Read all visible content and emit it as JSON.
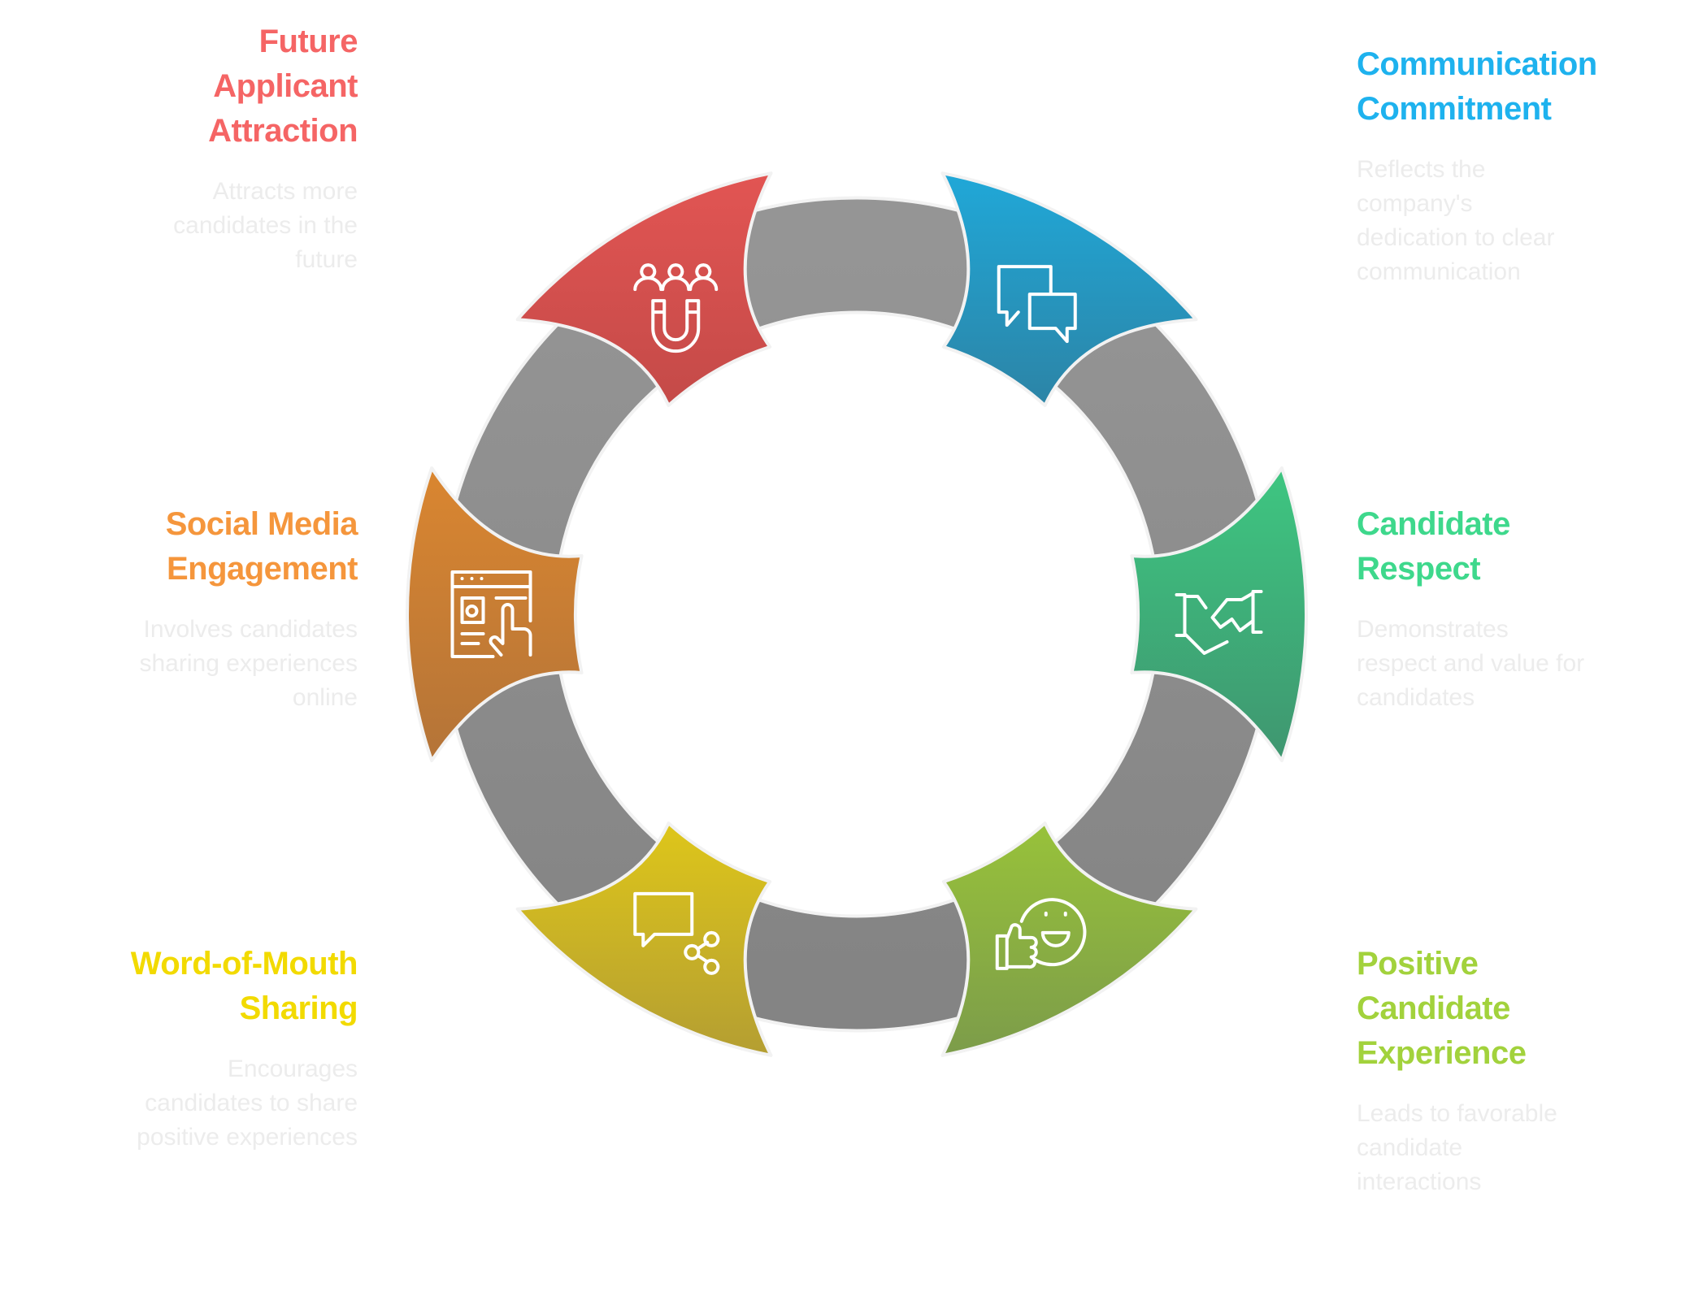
{
  "colors": {
    "ring": "#8e8e8e",
    "outline": "#f2f2f2",
    "description": "#ececec"
  },
  "items": [
    {
      "title": "Communication Commitment",
      "title_lines": [
        "Communication",
        "Commitment"
      ],
      "description_lines": [
        "Reflects the",
        "company's",
        "dedication to clear",
        "communication"
      ],
      "color": "#1EB2EE",
      "fill_top": "#20A8D8",
      "fill_bottom": "#2C84A6",
      "icon": "chat-bubbles-icon"
    },
    {
      "title": "Candidate Respect",
      "title_lines": [
        "Candidate",
        "Respect"
      ],
      "description_lines": [
        "Demonstrates",
        "respect and value for",
        "candidates"
      ],
      "color": "#3ED88C",
      "fill_top": "#3EC681",
      "fill_bottom": "#3F9670",
      "icon": "handshake-icon"
    },
    {
      "title": "Positive Candidate Experience",
      "title_lines": [
        "Positive",
        "Candidate",
        "Experience"
      ],
      "description_lines": [
        "Leads to favorable",
        "candidate",
        "interactions"
      ],
      "color": "#A2D23C",
      "fill_top": "#98C23A",
      "fill_bottom": "#7C9C4A",
      "icon": "thumbs-up-smile-icon"
    },
    {
      "title": "Word-of-Mouth Sharing",
      "title_lines": [
        "Word-of-Mouth",
        "Sharing"
      ],
      "description_lines": [
        "Encourages",
        "candidates to share",
        "positive experiences"
      ],
      "color": "#F2DA00",
      "fill_top": "#DEC61A",
      "fill_bottom": "#B49E32",
      "icon": "chat-share-icon"
    },
    {
      "title": "Social Media Engagement",
      "title_lines": [
        "Social Media",
        "Engagement"
      ],
      "description_lines": [
        "Involves candidates",
        "sharing experiences",
        "online"
      ],
      "color": "#F5963C",
      "fill_top": "#DA8630",
      "fill_bottom": "#B47438",
      "icon": "web-profile-click-icon"
    },
    {
      "title": "Future Applicant Attraction",
      "title_lines": [
        "Future",
        "Applicant",
        "Attraction"
      ],
      "description_lines": [
        "Attracts more",
        "candidates in the",
        "future"
      ],
      "color": "#F56565",
      "fill_top": "#E25553",
      "fill_bottom": "#C44A48",
      "icon": "people-magnet-icon"
    }
  ]
}
